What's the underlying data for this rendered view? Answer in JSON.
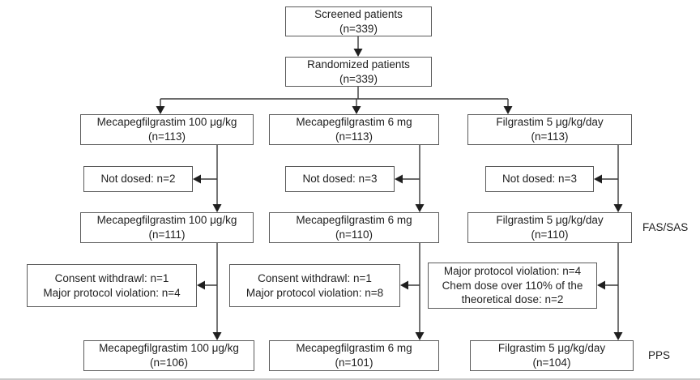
{
  "flow": {
    "screened": {
      "label": "Screened patients",
      "n": "(n=339)"
    },
    "randomized": {
      "label": "Randomized patients",
      "n": "(n=339)"
    },
    "columns": [
      {
        "arm": {
          "label": "Mecapegfilgrastim 100 μg/kg",
          "n": "(n=113)"
        },
        "not_dosed": "Not dosed: n=2",
        "fas_sas": {
          "label": "Mecapegfilgrastim 100 μg/kg",
          "n": "(n=111)"
        },
        "exclusions": {
          "line1": "Consent withdrawl: n=1",
          "line2": "Major protocol violation: n=4"
        },
        "pps": {
          "label": "Mecapegfilgrastim 100 μg/kg",
          "n": "(n=106)"
        }
      },
      {
        "arm": {
          "label": "Mecapegfilgrastim 6 mg",
          "n": "(n=113)"
        },
        "not_dosed": "Not dosed: n=3",
        "fas_sas": {
          "label": "Mecapegfilgrastim 6 mg",
          "n": "(n=110)"
        },
        "exclusions": {
          "line1": "Consent withdrawl: n=1",
          "line2": "Major protocol violation: n=8"
        },
        "pps": {
          "label": "Mecapegfilgrastim 6 mg",
          "n": "(n=101)"
        }
      },
      {
        "arm": {
          "label": "Filgrastim 5 μg/kg/day",
          "n": "(n=113)"
        },
        "not_dosed": "Not dosed: n=3",
        "fas_sas": {
          "label": "Filgrastim 5 μg/kg/day",
          "n": "(n=110)"
        },
        "exclusions": {
          "line1": "Major protocol violation: n=4",
          "line2": "Chem dose over 110% of the theoretical dose: n=2"
        },
        "pps": {
          "label": "Filgrastim 5 μg/kg/day",
          "n": "(n=104)"
        }
      }
    ],
    "side_labels": {
      "fas_sas": "FAS/SAS",
      "pps": "PPS"
    }
  },
  "colors": {
    "background": "#ffffff",
    "box_border": "#5a5a5a",
    "connector_line": "#3a3a3a",
    "arrowhead": "#1f1f1f",
    "text": "#1f1f1f"
  }
}
